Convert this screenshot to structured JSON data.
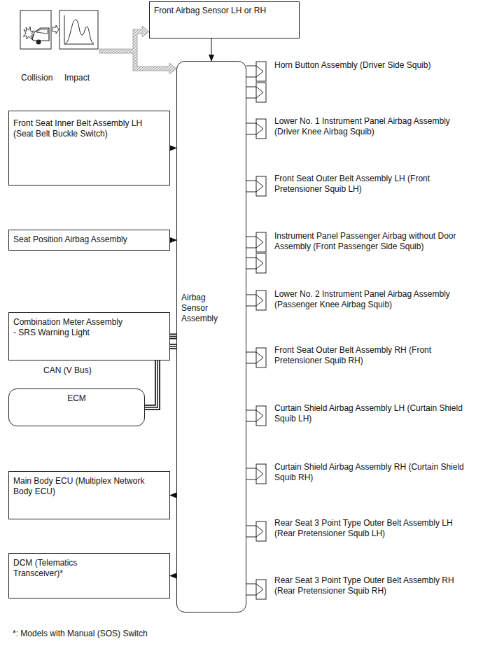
{
  "diagram": {
    "nodes": [
      {
        "text": [
          "Front Airbag Sensor LH or RH"
        ]
      },
      {
        "text": [
          "Front Seat Inner Belt Assembly LH (Seat Belt Buckle Switch)"
        ]
      },
      {
        "text": [
          "Seat Position Airbag Assembly"
        ]
      },
      {
        "text": [
          "Combination Meter Assembly",
          "- SRS Warning Light"
        ]
      },
      {
        "text": [
          "ECM"
        ]
      },
      {
        "text": [
          "Main Body ECU (Multiplex Network Body ECU)"
        ]
      },
      {
        "text": [
          "DCM (Telematics Transceiver)*"
        ]
      },
      {
        "text": [
          "Airbag Sensor Assembly"
        ]
      }
    ],
    "edges": [
      {
        "from": 0,
        "to": 7,
        "arrow": "to"
      },
      {
        "from": 1,
        "to": 7,
        "arrow": "to"
      },
      {
        "from": 2,
        "to": 7,
        "arrow": "to"
      },
      {
        "from": 3,
        "to": 7,
        "arrow": "none"
      },
      {
        "from": 4,
        "to": 7,
        "arrow": "none"
      },
      {
        "from": 7,
        "to": 5,
        "arrow": "to"
      },
      {
        "from": 7,
        "to": 6,
        "arrow": "to"
      }
    ],
    "labels": [
      "Collision",
      "Impact",
      "Horn Button Assembly (Driver Side Squib)",
      "Lower No. 1 Instrument Panel Airbag Assembly (Driver Knee Airbag Squib)",
      "Front Seat Outer Belt Assembly LH (Front Pretensioner Squib LH)",
      "Instrument Panel Passenger Airbag without Door Assembly (Front Passenger Side Squib)",
      "Lower No. 2 Instrument Panel Airbag Assembly (Passenger Knee Airbag Squib)",
      "Front Seat Outer Belt Assembly RH (Front Pretensioner Squib RH)",
      "Curtain Shield Airbag Assembly LH (Curtain Shield Squib LH)",
      "Curtain Shield Airbag Assembly RH (Curtain Shield Squib RH)",
      "Rear Seat 3 Point Type Outer Belt Assembly LH (Rear Pretensioner Squib LH)",
      "Rear Seat 3 Point Type Outer Belt Assembly RH (Rear Pretensioner Squib RH)",
      "CAN (V Bus)",
      "*: Models with Manual (SOS) Switch"
    ]
  }
}
